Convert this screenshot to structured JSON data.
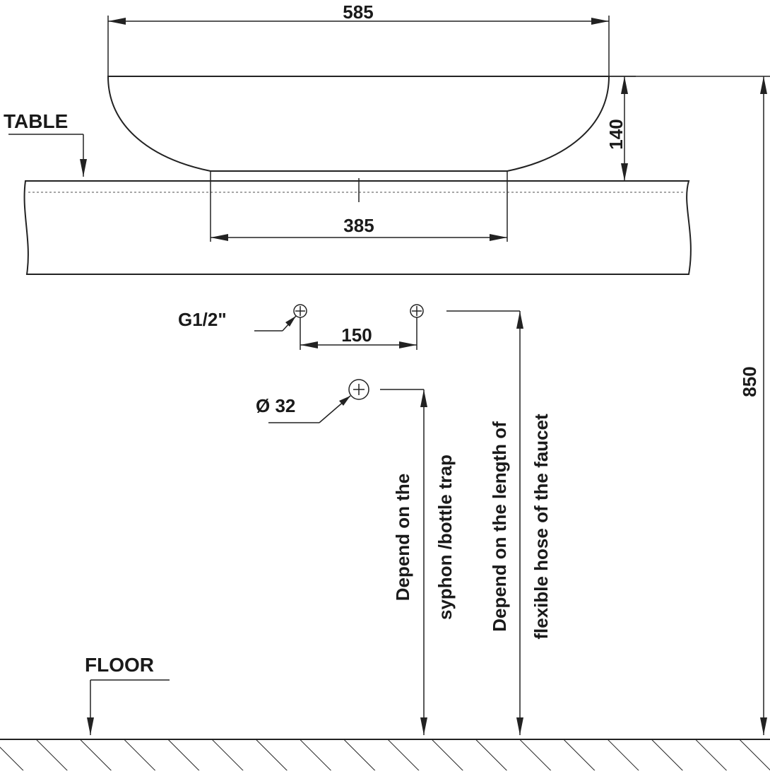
{
  "labels": {
    "table": "TABLE",
    "floor": "FLOOR",
    "valve_thread": "G1/2\"",
    "drain_diameter": "Ø 32",
    "note_syphon_line1": "Depend on the",
    "note_syphon_line2": "syphon /bottle trap",
    "note_hose_line1": "Depend on the length of",
    "note_hose_line2": "flexible hose of the faucet"
  },
  "dimensions": {
    "basin_width": "585",
    "basin_base_width": "385",
    "basin_height": "140",
    "valve_spacing": "150",
    "total_height": "850"
  },
  "colors": {
    "line": "#222222",
    "dashed": "#888888",
    "background": "#ffffff"
  }
}
